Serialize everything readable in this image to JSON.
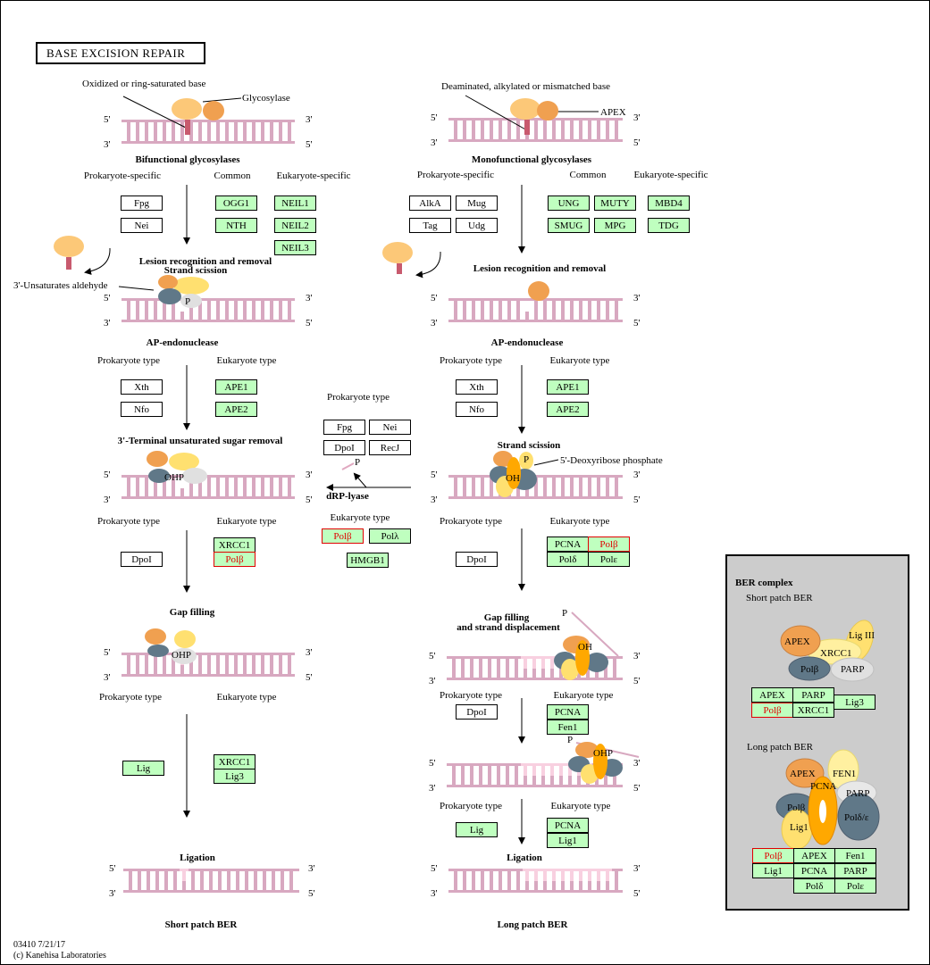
{
  "title": "BASE EXCISION REPAIR",
  "footer": {
    "map_id_date": "03410 7/21/17",
    "copyright": "(c) Kanehisa Laboratories"
  },
  "strand_labels": {
    "five": "5'",
    "three": "3'"
  },
  "left": {
    "top_annotation_base": "Oxidized or ring-saturated base",
    "top_annotation_enzyme": "Glycosylase",
    "step1_title": "Bifunctional glycosylases",
    "step1_cols": [
      "Prokaryote-specific",
      "Common",
      "Eukaryote-specific"
    ],
    "step1_prok": [
      "Fpg",
      "Nei"
    ],
    "step1_common": [
      "OGG1",
      "NTH"
    ],
    "step1_euk": [
      "NEIL1",
      "NEIL2",
      "NEIL3"
    ],
    "step2_title_a": "Lesion recognition and removal",
    "step2_title_b": "Strand scission",
    "aldehyde_label": "3'-Unsaturates aldehyde",
    "p_label": "P",
    "step3_title": "AP-endonuclease",
    "step3_cols": [
      "Prokaryote type",
      "Eukaryote type"
    ],
    "step3_prok": [
      "Xth",
      "Nfo"
    ],
    "step3_euk": [
      "APE1",
      "APE2"
    ],
    "step4_title": "3'-Terminal unsaturated sugar removal",
    "ohp_label": "OHP",
    "step4_cols": [
      "Prokaryote type",
      "Eukaryote type"
    ],
    "step4_prok": [
      "DpoI"
    ],
    "step4_euk": [
      {
        "label": "XRCC1",
        "highlight": false
      },
      {
        "label": "Polβ",
        "highlight": true
      }
    ],
    "step5_title": "Gap filling",
    "step5_cols": [
      "Prokaryote type",
      "Eukaryote type"
    ],
    "step5_prok": [
      "Lig"
    ],
    "step5_euk": [
      "XRCC1",
      "Lig3"
    ],
    "step6_title": "Ligation",
    "result_title": "Short patch BER"
  },
  "middle": {
    "prok_header": "Prokaryote type",
    "prok_genes": [
      "Fpg",
      "Nei",
      "DpoI",
      "RecJ"
    ],
    "p_label": "P",
    "lyase_title": "dRP-lyase",
    "euk_header": "Eukaryote type",
    "euk_genes": [
      {
        "label": "Polβ",
        "highlight": true
      },
      {
        "label": "Polλ",
        "highlight": false
      },
      {
        "label": "HMGB1",
        "highlight": false
      }
    ]
  },
  "right": {
    "top_annotation_base": "Deaminated, alkylated or mismatched base",
    "top_annotation_enzyme": "APEX",
    "step1_title": "Monofunctional glycosylases",
    "step1_cols": [
      "Prokaryote-specific",
      "Common",
      "Eukaryote-specific"
    ],
    "step1_prok": [
      "AlkA",
      "Mug",
      "Tag",
      "Udg"
    ],
    "step1_common": [
      "UNG",
      "MUTY",
      "SMUG",
      "MPG"
    ],
    "step1_euk": [
      "MBD4",
      "TDG"
    ],
    "step2_title": "Lesion recognition and removal",
    "step3_title": "AP-endonuclease",
    "step3_cols": [
      "Prokaryote type",
      "Eukaryote type"
    ],
    "step3_prok": [
      "Xth",
      "Nfo"
    ],
    "step3_euk": [
      "APE1",
      "APE2"
    ],
    "step4_title": "Strand scission",
    "deoxy_label": "5'-Deoxyribose phosphate",
    "p_label": "P",
    "oh_label": "OH",
    "step4_cols": [
      "Prokaryote type",
      "Eukaryote type"
    ],
    "step4_prok": [
      "DpoI"
    ],
    "step4_euk": [
      {
        "label": "PCNA",
        "highlight": false
      },
      {
        "label": "Polβ",
        "highlight": true
      },
      {
        "label": "Polδ",
        "highlight": false
      },
      {
        "label": "Polε",
        "highlight": false
      }
    ],
    "step5_title_a": "Gap filling",
    "step5_title_b": "and strand displacement",
    "step5_cols": [
      "Prokaryote type",
      "Eukaryote type"
    ],
    "step5_prok": [
      "DpoI"
    ],
    "step5_euk": [
      "PCNA",
      "Fen1"
    ],
    "ohp_label": "OHP",
    "step6_cols": [
      "Prokaryote type",
      "Eukaryote type"
    ],
    "step6_prok": [
      "Lig"
    ],
    "step6_euk": [
      "PCNA",
      "Lig1"
    ],
    "step7_title": "Ligation",
    "result_title": "Long patch BER"
  },
  "complex": {
    "title": "BER complex",
    "short_title": "Short patch BER",
    "short_blobs": [
      "APEX",
      "Lig III",
      "XRCC1",
      "Polβ",
      "PARP"
    ],
    "short_genes": [
      {
        "label": "APEX",
        "highlight": false
      },
      {
        "label": "PARP",
        "highlight": false
      },
      {
        "label": "Lig3",
        "highlight": false
      },
      {
        "label": "Polβ",
        "highlight": true
      },
      {
        "label": "XRCC1",
        "highlight": false
      }
    ],
    "long_title": "Long patch BER",
    "long_blobs": [
      "APEX",
      "FEN1",
      "PCNA",
      "PARP",
      "Polβ",
      "Polδ/ε",
      "Lig1"
    ],
    "long_genes": [
      {
        "label": "Polβ",
        "highlight": true
      },
      {
        "label": "APEX",
        "highlight": false
      },
      {
        "label": "Fen1",
        "highlight": false
      },
      {
        "label": "Lig1",
        "highlight": false
      },
      {
        "label": "PCNA",
        "highlight": false
      },
      {
        "label": "PARP",
        "highlight": false
      },
      {
        "label": "Polδ",
        "highlight": false
      },
      {
        "label": "Polε",
        "highlight": false
      }
    ]
  },
  "colors": {
    "gene_fill": "#bfffbf",
    "highlight": "#e00000",
    "dna": "#d8a8c0",
    "lesion": "#c85a6e",
    "apex_orange": "#f0a050",
    "glyco_tan": "#fcc878",
    "pol_slate": "#607888",
    "pcna_orange": "#ffa800",
    "lig_yellow": "#ffe070",
    "parp_grey": "#e0e0e0",
    "panel_grey": "#cccccc"
  }
}
